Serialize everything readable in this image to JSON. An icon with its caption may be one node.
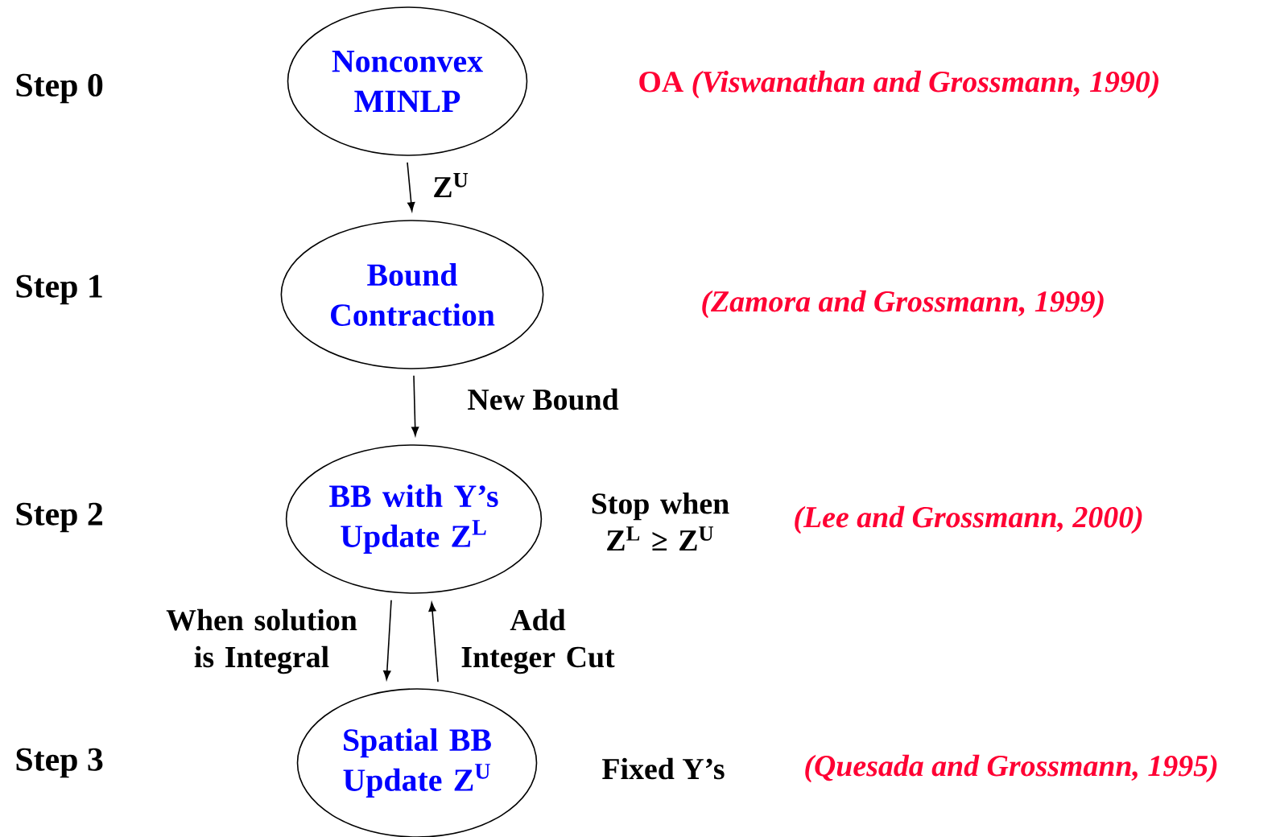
{
  "diagram": {
    "nodes": [
      {
        "text": [
          "Nonconvex MINLP"
        ]
      },
      {
        "text": [
          "Bound Contraction"
        ]
      },
      {
        "text": [
          "BB with Y’s Update Z$^{L}$"
        ]
      },
      {
        "text": [
          "Spatial BB Update Z$^{U}$"
        ]
      }
    ],
    "edges": [
      {
        "from": 0,
        "to": 1,
        "arrow": "to",
        "label": "Z$^{U}$"
      },
      {
        "from": 1,
        "to": 2,
        "arrow": "to",
        "label": "New Bound"
      },
      {
        "from": 2,
        "to": 3,
        "arrow": "to",
        "label": "When solution is Integral"
      },
      {
        "from": 3,
        "to": 2,
        "arrow": "to",
        "label": "Add Integer Cut"
      }
    ],
    "labels": [
      "Step 0",
      "OA  *(Viswanathan and Grossmann, 1990)*",
      "Step 1",
      "(Zamora and Grossmann, 1999)",
      "Step 2",
      "Stop when Z$^{L}$ ≥ Z$^{U}$",
      "(Lee and Grossmann, 2000)",
      "Step 3",
      "Fixed Y’s",
      "(Quesada and Grossmann, 1995)"
    ]
  }
}
